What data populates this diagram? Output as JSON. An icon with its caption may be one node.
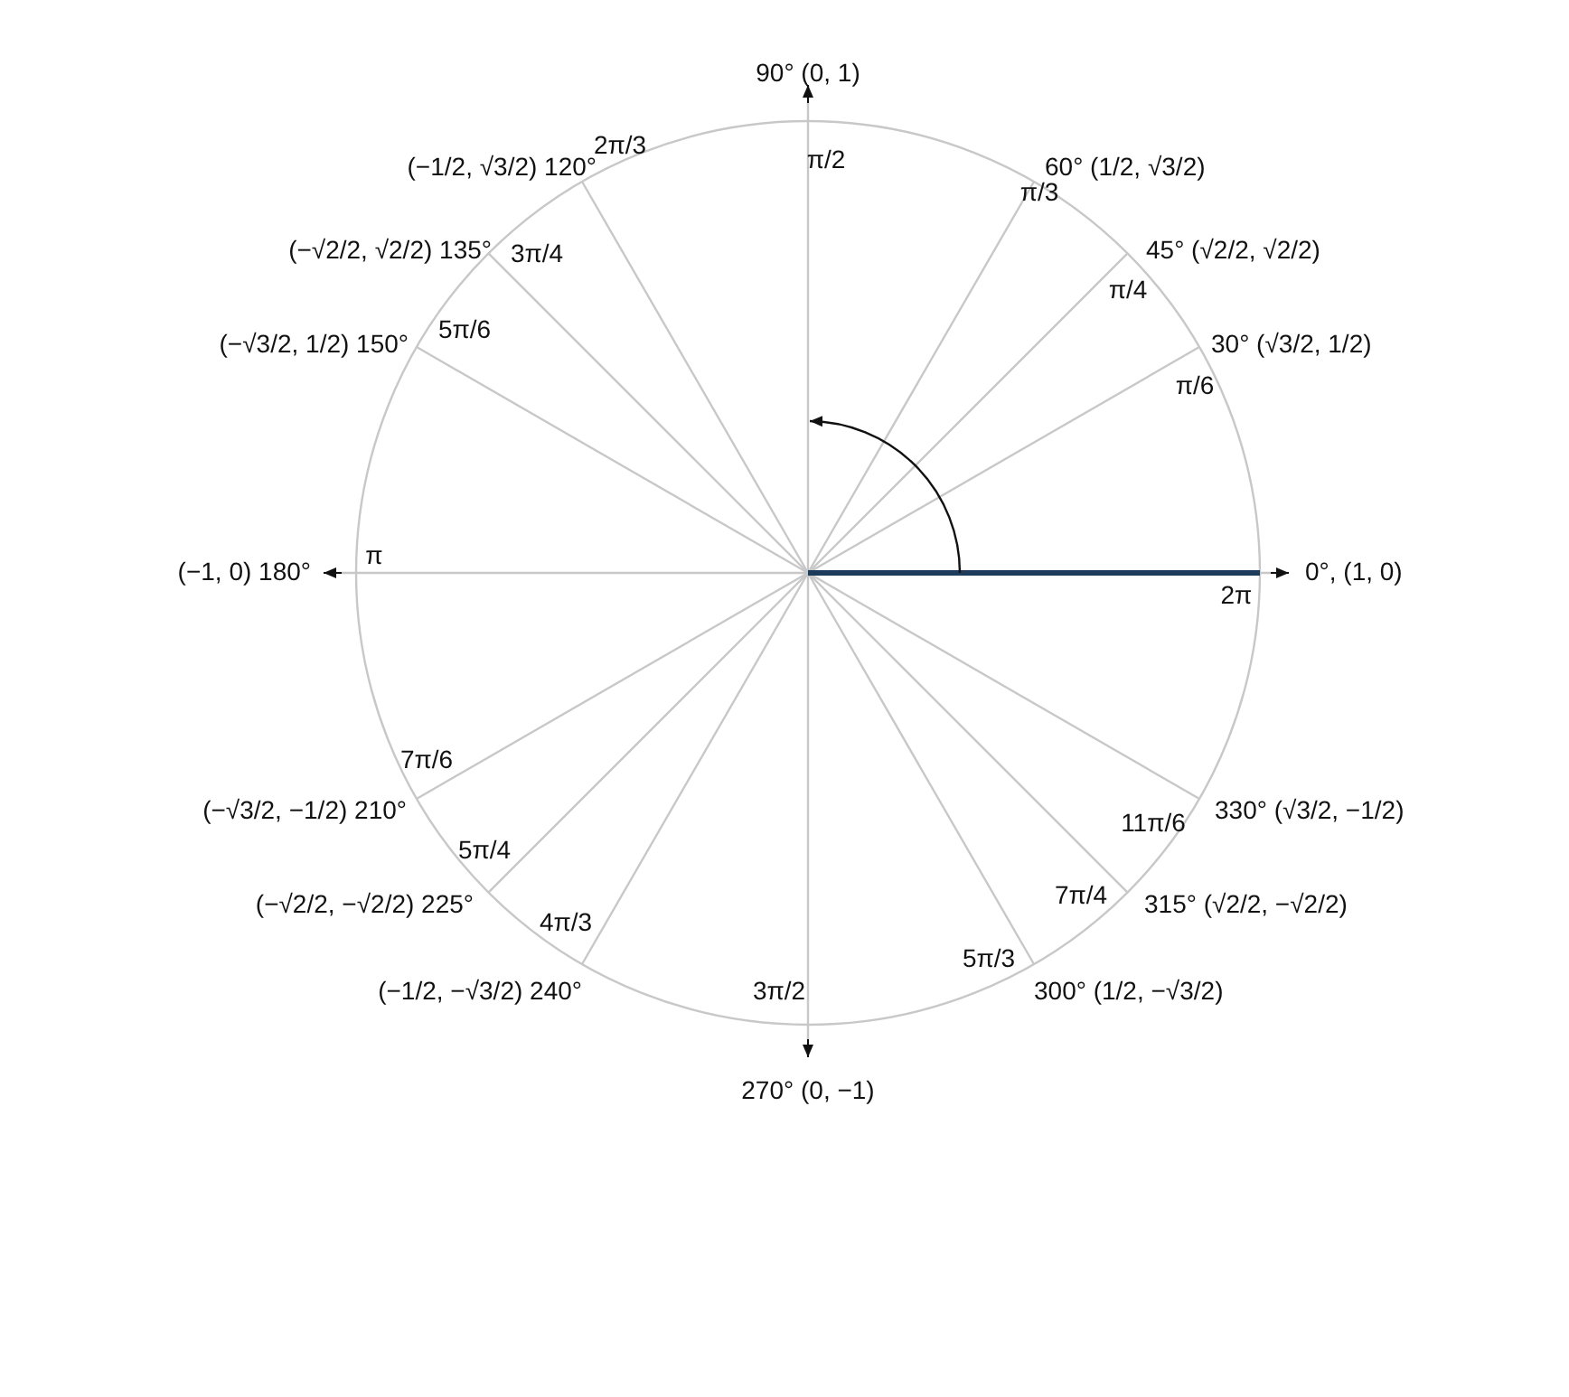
{
  "diagram": {
    "labels": [
      "90° (0, 1)",
      "π/2",
      "(−1/2, √3/2) 120°",
      "2π/3",
      "60° (1/2, √3/2)",
      "π/3",
      "(−√2/2, √2/2) 135°",
      "3π/4",
      "45° (√2/2, √2/2)",
      "π/4",
      "(−√3/2, 1/2) 150°",
      "5π/6",
      "30° (√3/2, 1/2)",
      "π/6",
      "(−1, 0) 180°",
      "π",
      "0°, (1, 0)",
      "2π",
      "7π/6",
      "(−√3/2, −1/2) 210°",
      "11π/6",
      "330° (√3/2, −1/2)",
      "5π/4",
      "(−√2/2, −√2/2) 225°",
      "7π/4",
      "315° (√2/2, −√2/2)",
      "4π/3",
      "5π/3",
      "(−1/2, −√3/2) 240°",
      "3π/2",
      "300° (1/2, −√3/2)",
      "270° (0, −1)"
    ]
  }
}
